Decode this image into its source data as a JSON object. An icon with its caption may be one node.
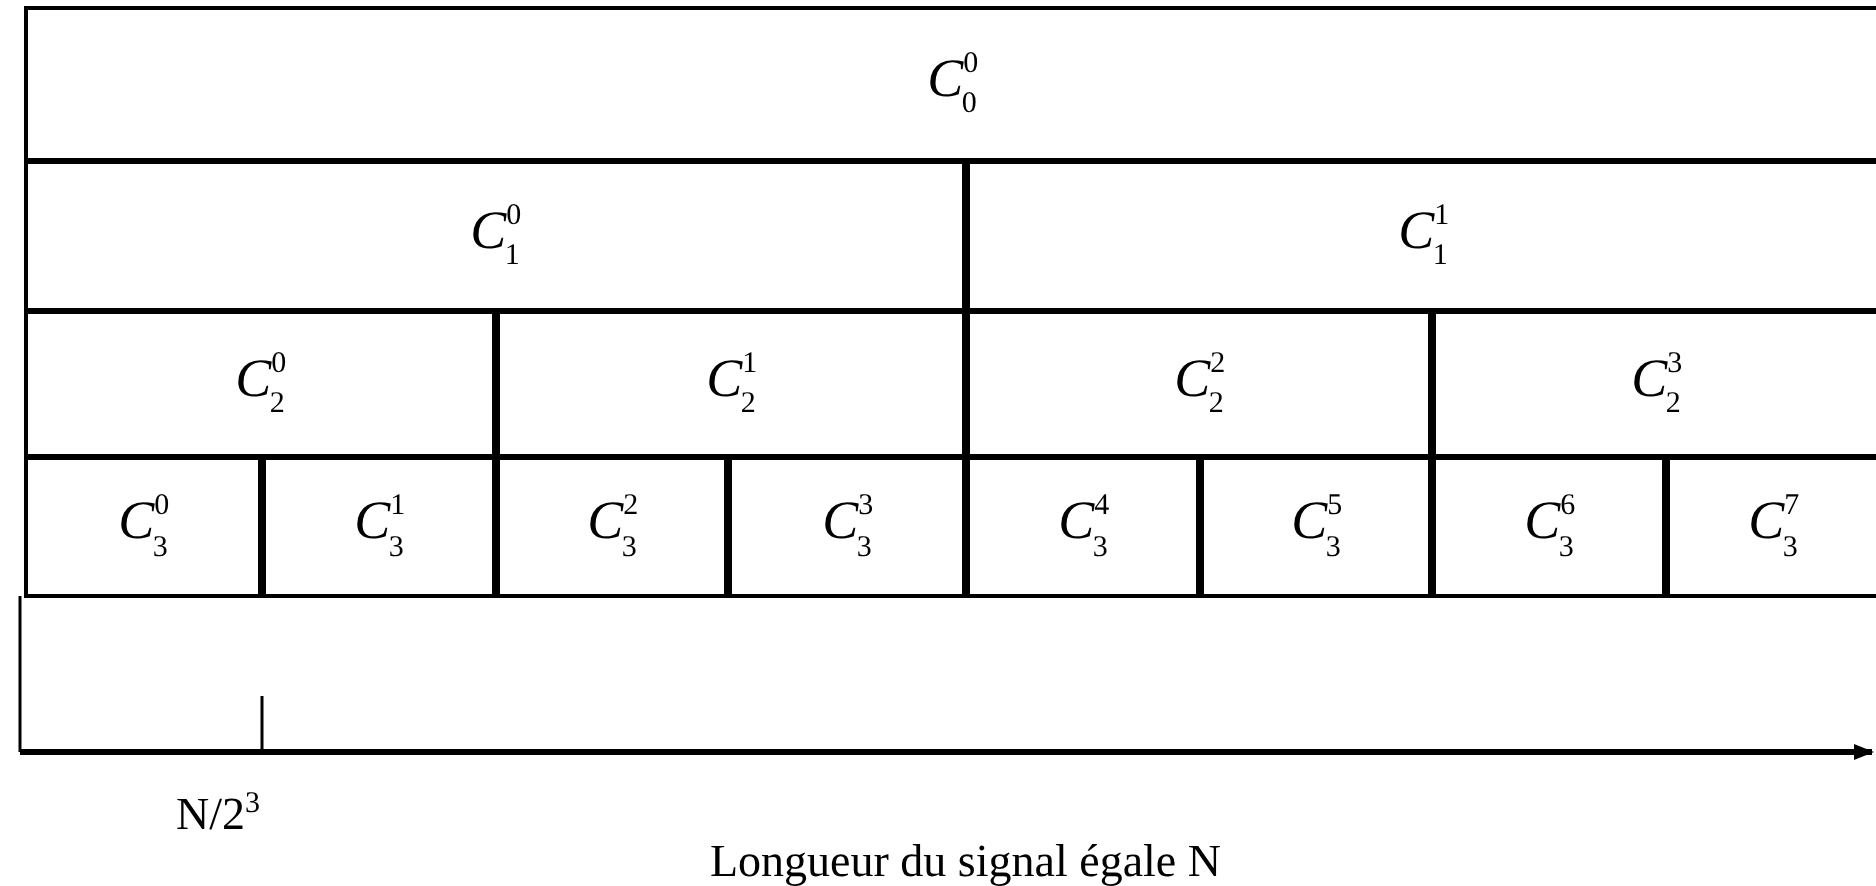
{
  "diagram": {
    "nodes": [
      {
        "text": [
          "*C*$^{0}$$_{0}$"
        ]
      },
      {
        "text": [
          "*C*$^{0}$$_{1}$"
        ]
      },
      {
        "text": [
          "*C*$^{1}$$_{1}$"
        ]
      },
      {
        "text": [
          "*C*$^{0}$$_{2}$"
        ]
      },
      {
        "text": [
          "*C*$^{1}$$_{2}$"
        ]
      },
      {
        "text": [
          "*C*$^{2}$$_{2}$"
        ]
      },
      {
        "text": [
          "*C*$^{3}$$_{2}$"
        ]
      },
      {
        "text": [
          "*C*$^{0}$$_{3}$"
        ]
      },
      {
        "text": [
          "*C*$^{1}$$_{3}$"
        ]
      },
      {
        "text": [
          "*C*$^{2}$$_{3}$"
        ]
      },
      {
        "text": [
          "*C*$^{3}$$_{3}$"
        ]
      },
      {
        "text": [
          "*C*$^{4}$$_{3}$"
        ]
      },
      {
        "text": [
          "*C*$^{5}$$_{3}$"
        ]
      },
      {
        "text": [
          "*C*$^{6}$$_{3}$"
        ]
      },
      {
        "text": [
          "*C*$^{7}$$_{3}$"
        ]
      }
    ],
    "labels": [
      "N/2$^{3}$",
      "Longueur du signal égale N"
    ]
  }
}
